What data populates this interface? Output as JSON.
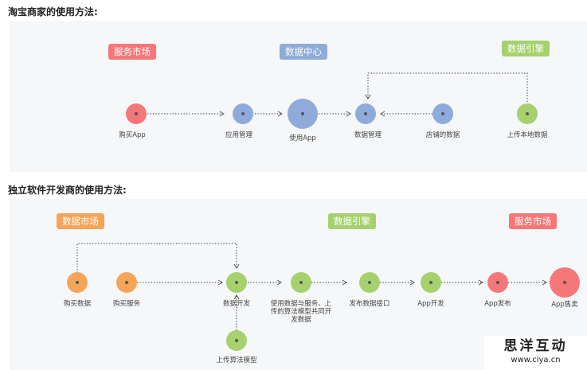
{
  "section1": {
    "title": "淘宝商家的使用方法:",
    "badges": {
      "service_market": "服务市场",
      "data_center": "数据中心",
      "data_engine": "数据引擎"
    },
    "nodes": {
      "buy_app": "购买App",
      "app_manage": "应用管理",
      "use_app": "使用App",
      "data_manage": "数据管理",
      "shop_data": "店铺的数据",
      "upload_local": "上传本地数据"
    }
  },
  "section2": {
    "title": "独立软件开发商的使用方法:",
    "badges": {
      "data_market": "数据市场",
      "data_engine": "数据引擎",
      "service_market": "服务市场"
    },
    "nodes": {
      "buy_data": "购买数据",
      "buy_service": "购买服务",
      "data_dev": "数据开发",
      "upload_algo": "上传算法模型",
      "use_data_service": "使用数据与服务、上传的算法模型共同开发数据",
      "publish_api": "发布数据接口",
      "app_dev": "App开发",
      "app_publish": "App发布",
      "app_sell": "App售卖"
    }
  },
  "watermark": {
    "title": "思洋互动",
    "url": "www.ciya.cn"
  },
  "colors": {
    "red": "#f57778",
    "blue": "#8fabda",
    "green": "#a6d16e",
    "orange": "#f5a55a"
  }
}
